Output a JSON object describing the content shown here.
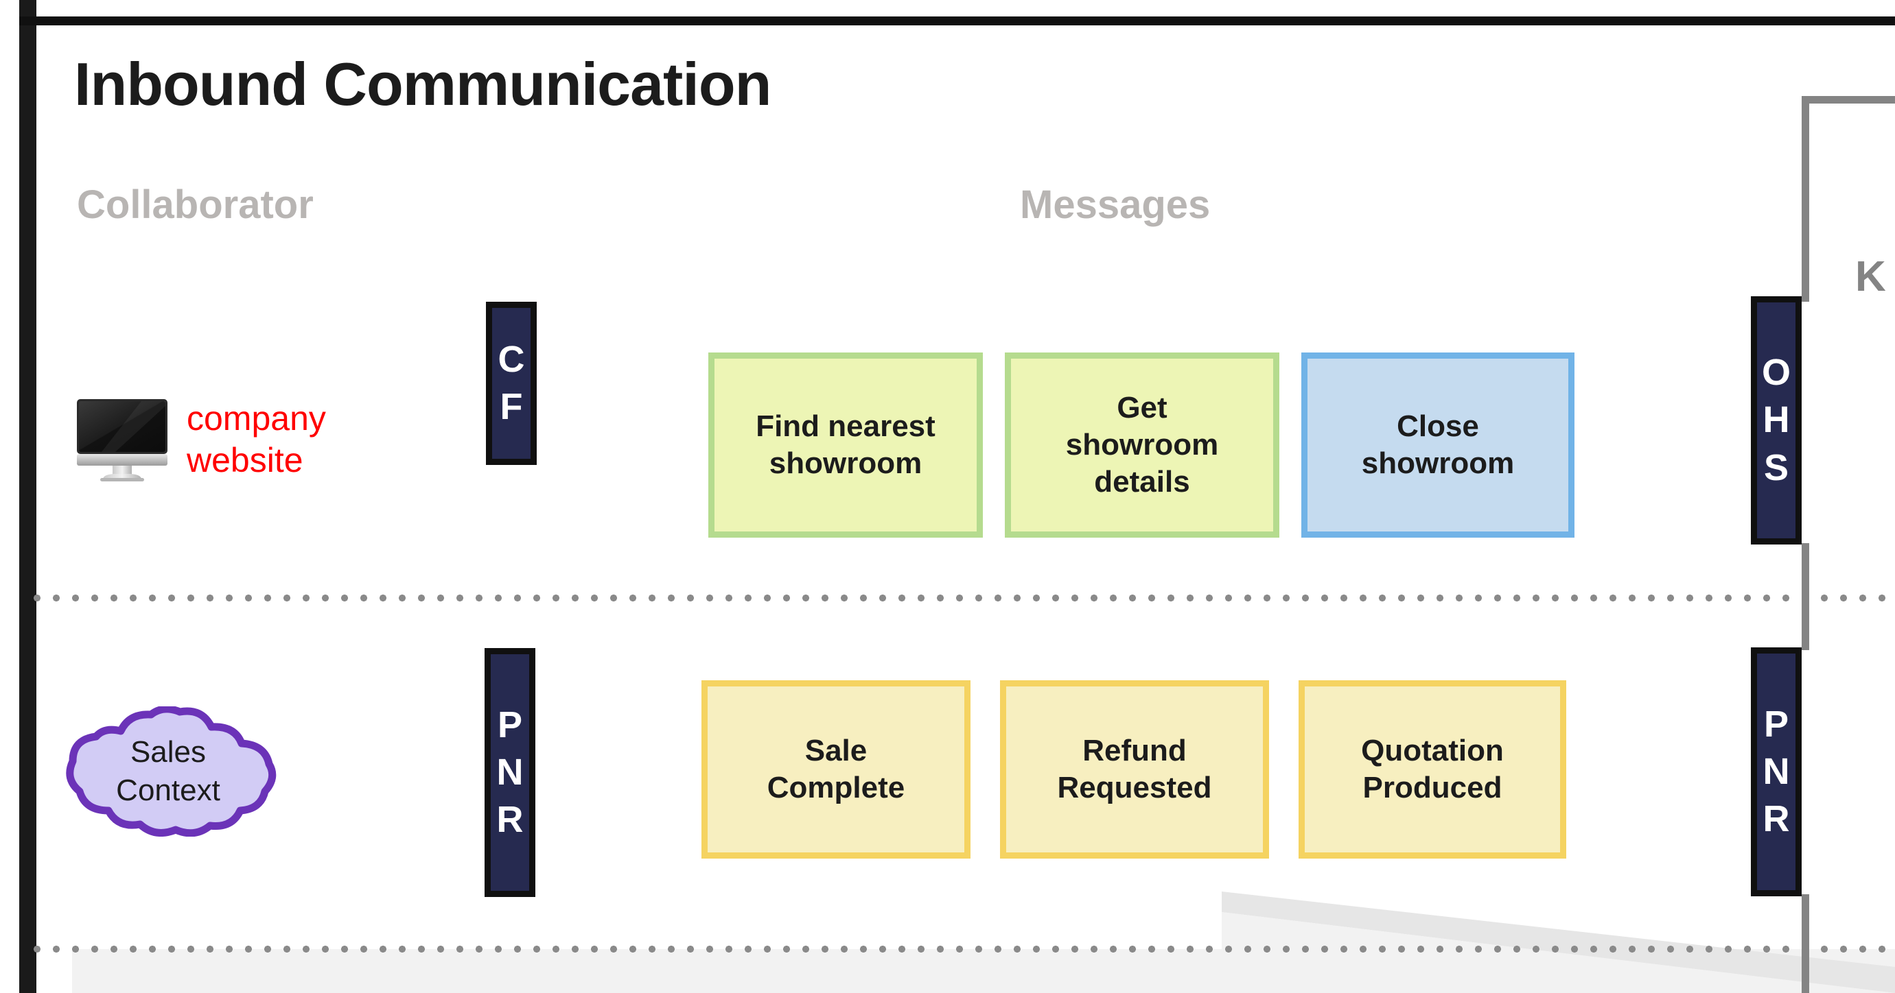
{
  "header": {
    "title": "Inbound Communication",
    "column_labels": {
      "collaborator": "Collaborator",
      "messages": "Messages"
    }
  },
  "lanes": [
    {
      "id": "website-lane",
      "collaborator": {
        "icon": "monitor-icon",
        "label": "company\nwebsite",
        "label_color": "#ff0000"
      },
      "code_badge": {
        "letters": [
          "C",
          "F"
        ],
        "background": "#262a50",
        "text_color": "#ffffff"
      },
      "messages": [
        {
          "label": "Find nearest\nshowroom",
          "style": "green",
          "fill": "#edf5b5",
          "border": "#b5db8e"
        },
        {
          "label": "Get\nshowroom\ndetails",
          "style": "green",
          "fill": "#edf5b5",
          "border": "#b5db8e"
        },
        {
          "label": "Close\nshowroom",
          "style": "blue",
          "fill": "#c5dbef",
          "border": "#71b3e7"
        }
      ],
      "right_badge": {
        "letters": [
          "O",
          "H",
          "S"
        ],
        "background": "#262a50",
        "text_color": "#ffffff"
      }
    },
    {
      "id": "sales-context-lane",
      "collaborator": {
        "icon": "cloud-icon",
        "label": "Sales\nContext",
        "fill": "#d2ccf5",
        "stroke": "#6b33b8"
      },
      "code_badge": {
        "letters": [
          "P",
          "N",
          "R"
        ],
        "background": "#262a50",
        "text_color": "#ffffff"
      },
      "messages": [
        {
          "label": "Sale\nComplete",
          "style": "yellow",
          "fill": "#f7efc0",
          "border": "#f5d361"
        },
        {
          "label": "Refund\nRequested",
          "style": "yellow",
          "fill": "#f7efc0",
          "border": "#f5d361"
        },
        {
          "label": "Quotation\nProduced",
          "style": "yellow",
          "fill": "#f7efc0",
          "border": "#f5d361"
        }
      ],
      "right_badge": {
        "letters": [
          "P",
          "N",
          "R"
        ],
        "background": "#262a50",
        "text_color": "#ffffff"
      }
    }
  ],
  "connector": {
    "label": "K",
    "color": "#848484"
  },
  "colors": {
    "frame": "#1a1a1a",
    "title": "#1c1c1c",
    "column_label": "#b8b5b3",
    "separator_dots": "#8a8a8a",
    "background": "#ffffff",
    "band": "#f2f2f2"
  }
}
